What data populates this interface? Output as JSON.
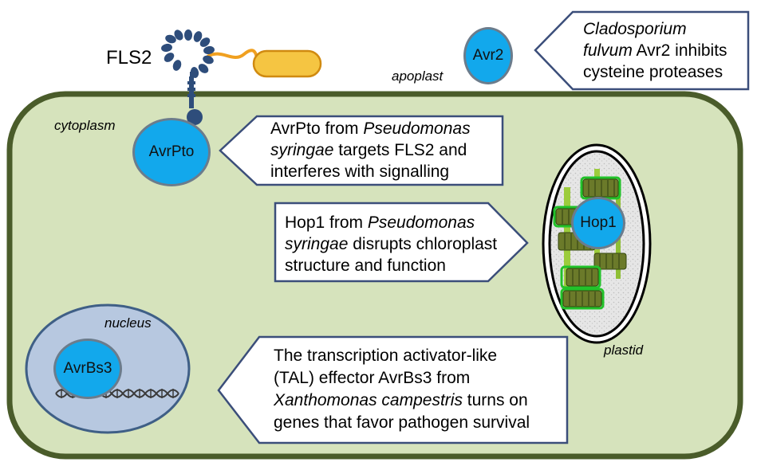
{
  "labels": {
    "fls2": "FLS2",
    "apoplast": "apoplast",
    "cytoplasm": "cytoplasm",
    "nucleus": "nucleus",
    "plastid": "plastid"
  },
  "effectors": {
    "avr2": "Avr2",
    "avrpto": "AvrPto",
    "hop1": "Hop1",
    "avrbs3": "AvrBs3"
  },
  "callouts": {
    "avr2": {
      "line1_italic": "Cladosporium",
      "line2_italic": "fulvum",
      "line2_rest": " Avr2 inhibits",
      "line3": "cysteine proteases"
    },
    "avrpto": {
      "line1_plain": "AvrPto from ",
      "line1_italic": "Pseudomonas",
      "line2_italic": "syringae",
      "line2_rest": " targets FLS2 and",
      "line3": "interferes with signalling"
    },
    "hop1": {
      "line1_plain": "Hop1 from ",
      "line1_italic": "Pseudomonas",
      "line2_italic": "syringae",
      "line2_rest": " disrupts chloroplast",
      "line3": "structure and function"
    },
    "avrbs3": {
      "line1": "The transcription activator-like",
      "line2": "(TAL) effector AvrBs3 from",
      "line3_italic": "Xanthomonas campestris",
      "line3_rest": " turns on",
      "line4": "genes that favor pathogen survival"
    }
  },
  "colors": {
    "cell_fill": "#d6e3bc",
    "cell_border": "#4a5c2a",
    "effector_fill": "#12a8ec",
    "receptor": "#2e4d7b",
    "bacterium": "#f5c542",
    "nucleus_fill": "#b7c8e0",
    "thylakoid": "#6b7a2a"
  }
}
